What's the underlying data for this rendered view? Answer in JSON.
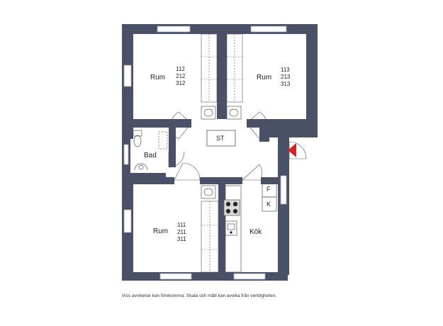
{
  "rooms": {
    "top_left": {
      "name": "Rum",
      "numbers": [
        "112",
        "212",
        "312"
      ]
    },
    "top_right": {
      "name": "Rum",
      "numbers": [
        "113",
        "213",
        "313"
      ]
    },
    "bottom_left": {
      "name": "Rum",
      "numbers": [
        "111",
        "211",
        "311"
      ]
    },
    "bath": {
      "name": "Bad"
    },
    "kitchen": {
      "name": "Kök"
    }
  },
  "fixtures": {
    "storage": "ST",
    "freezer": "F",
    "fridge": "K"
  },
  "colors": {
    "wall": "#4a5068",
    "window": "#ffffff",
    "entrance_marker": "#e02020",
    "line": "#555555"
  },
  "disclaimer": "Viss avvikelse kan förekomma. Skala och mått kan avvika från verkligheten."
}
